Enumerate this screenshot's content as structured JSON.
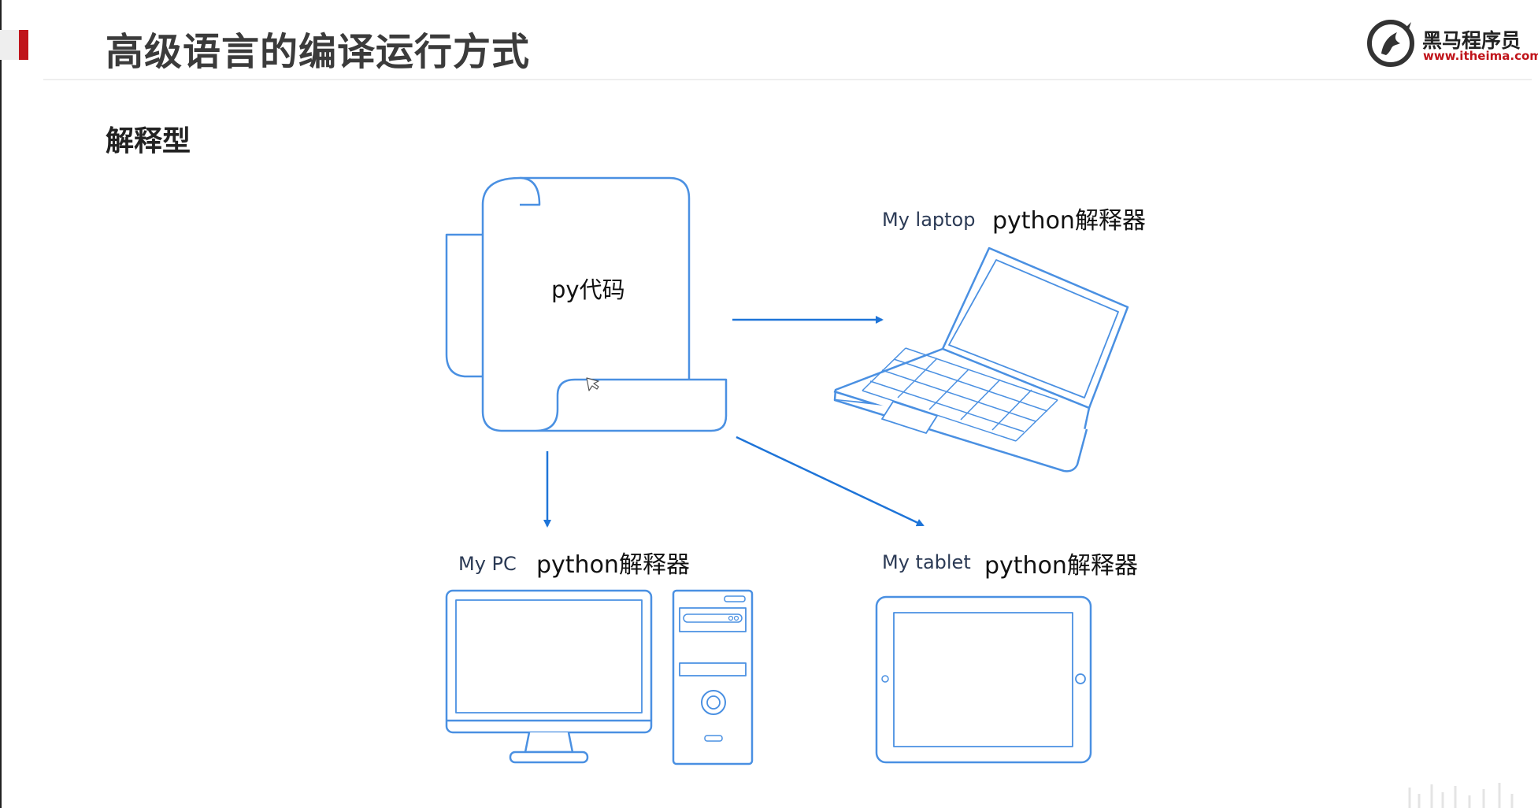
{
  "header": {
    "title": "高级语言的编译运行方式",
    "logo_name": "黑马程序员",
    "logo_url": "www.itheima.com",
    "accent_color": "#c0141b"
  },
  "section": {
    "title": "解释型"
  },
  "diagram": {
    "line_color": "#4a90e2",
    "arrow_color": "#1e74d8",
    "source": {
      "label": "py代码"
    },
    "targets": {
      "laptop": {
        "device": "My laptop",
        "interpreter": "python解释器"
      },
      "pc": {
        "device": "My PC",
        "interpreter": "python解释器"
      },
      "tablet": {
        "device": "My tablet",
        "interpreter": "python解释器"
      }
    }
  }
}
